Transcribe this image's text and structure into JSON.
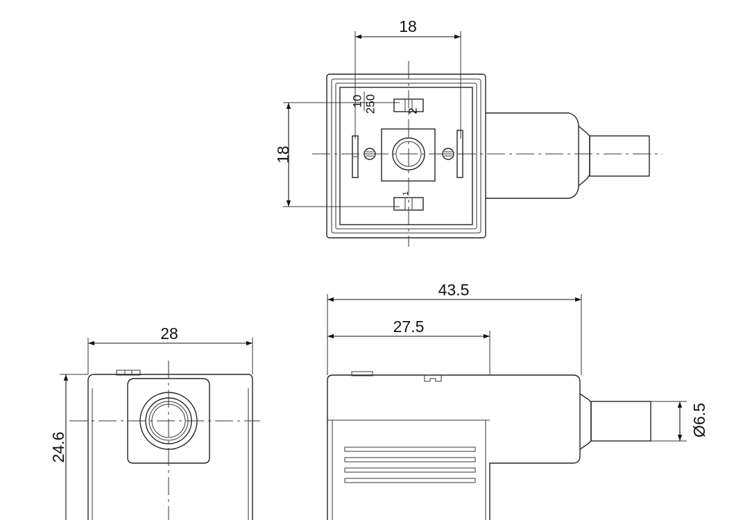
{
  "dimensions": {
    "top_width": "18",
    "top_height": "18",
    "pin_size_top": "10",
    "pin_size_bottom": "250",
    "pin_2": "2",
    "pin_1": "1",
    "front_width": "28",
    "front_height": "24.6",
    "side_total_length": "43.5",
    "side_body_length": "27.5",
    "cable_diameter": "Ø6.5"
  }
}
